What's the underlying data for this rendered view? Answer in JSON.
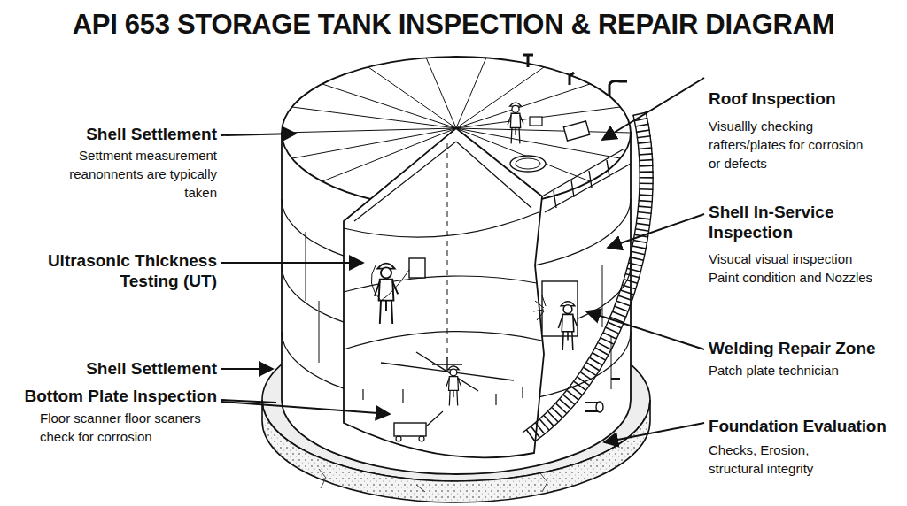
{
  "diagram": {
    "title": "API 653 STORAGE TANK INSPECTION & REPAIR DIAGRAM",
    "labels": [
      "Shell Settlement",
      "Settment measurement reanonnents are typically taken",
      "Ultrasonic Thickness Testing (UT)",
      "Shell Settlement",
      "Bottom Plate Inspection",
      "Floor scanner floor scaners check for corrosion",
      "Roof Inspection",
      "Visuallly checking rafters/plates for corrosion or defects",
      "Shell In-Service Inspection",
      "Visucal visual inspection Paint condition and Nozzles",
      "Welding Repair Zone",
      "Patch plate technician",
      "Foundation Evaluation",
      "Checks, Erosion, structural integrity"
    ]
  }
}
